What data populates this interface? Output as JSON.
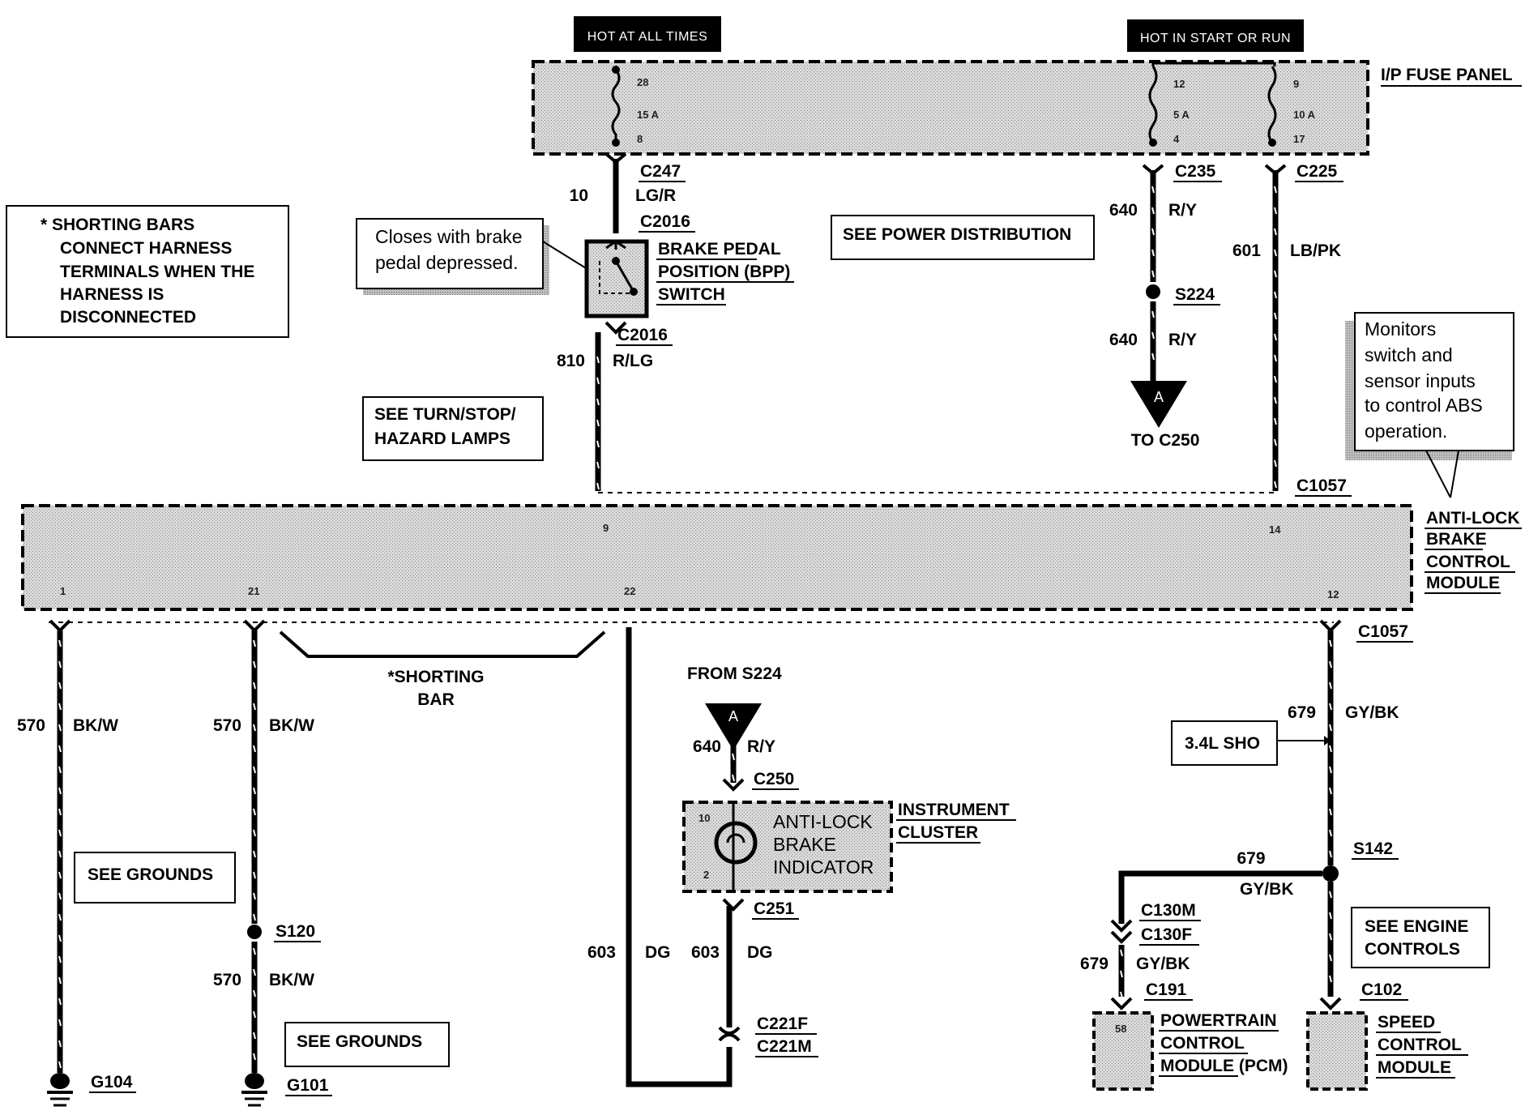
{
  "headers": {
    "hot_all_times": "HOT AT ALL TIMES",
    "hot_start_run": "HOT IN START OR RUN"
  },
  "fuse_panel": {
    "name": "I/P FUSE PANEL",
    "fuse_a": {
      "top": "28",
      "amps": "15 A",
      "bottom": "8"
    },
    "fuse_b": {
      "top": "12",
      "amps": "5 A",
      "bottom": "4"
    },
    "fuse_c": {
      "top": "9",
      "amps": "10 A",
      "bottom": "17"
    }
  },
  "notes": {
    "shorting": [
      "*  SHORTING BARS",
      "CONNECT HARNESS",
      "TERMINALS WHEN THE",
      "HARNESS IS",
      "DISCONNECTED"
    ],
    "bpp_callout": [
      "Closes with brake",
      "pedal depressed."
    ],
    "abs_callout": [
      "Monitors",
      "switch and",
      "sensor inputs",
      "to control ABS",
      "operation."
    ]
  },
  "refs": {
    "power_distribution": "SEE POWER DISTRIBUTION",
    "turn_stop": [
      "SEE TURN/STOP/",
      "HAZARD LAMPS"
    ],
    "grounds_1": "SEE GROUNDS",
    "grounds_2": "SEE GROUNDS",
    "engine_controls": [
      "SEE ENGINE",
      "CONTROLS"
    ],
    "sho": "3.4L SHO"
  },
  "connectors": {
    "c247": "C247",
    "c2016_top": "C2016",
    "c2016_bot": "C2016",
    "c235": "C235",
    "c225": "C225",
    "s224": "S224",
    "to_c250": "TO C250",
    "c1057_top": "C1057",
    "c1057_bot": "C1057",
    "from_s224": "FROM S224",
    "c250": "C250",
    "c251": "C251",
    "c221f": "C221F",
    "c221m": "C221M",
    "s120": "S120",
    "g104": "G104",
    "g101": "G101",
    "s142": "S142",
    "c130m": "C130M",
    "c130f": "C130F",
    "c191": "C191",
    "c102": "C102",
    "shorting_bar": [
      "*SHORTING",
      "BAR"
    ]
  },
  "wires": {
    "w10": {
      "circuit": "10",
      "color": "LG/R"
    },
    "w640a": {
      "circuit": "640",
      "color": "R/Y"
    },
    "w640b": {
      "circuit": "640",
      "color": "R/Y"
    },
    "w601": {
      "circuit": "601",
      "color": "LB/PK"
    },
    "w810": {
      "circuit": "810",
      "color": "R/LG"
    },
    "w570a": {
      "circuit": "570",
      "color": "BK/W"
    },
    "w570b": {
      "circuit": "570",
      "color": "BK/W"
    },
    "w570c": {
      "circuit": "570",
      "color": "BK/W"
    },
    "w603a": {
      "circuit": "603",
      "color": "DG"
    },
    "w603b": {
      "circuit": "603",
      "color": "DG"
    },
    "w640c": {
      "circuit": "640",
      "color": "R/Y"
    },
    "w679a": {
      "circuit": "679",
      "color": "GY/BK"
    },
    "w679b": {
      "circuit": "679",
      "color": "GY/BK"
    },
    "w679c": {
      "circuit": "679",
      "color": "GY/BK"
    }
  },
  "components": {
    "bpp_switch": [
      "BRAKE PEDAL",
      "POSITION (BPP)",
      "SWITCH"
    ],
    "abs_module": [
      "ANTI-LOCK",
      "BRAKE",
      "CONTROL",
      "MODULE"
    ],
    "instrument_cluster": [
      "INSTRUMENT",
      "CLUSTER"
    ],
    "abs_indicator": [
      "ANTI-LOCK",
      "BRAKE",
      "INDICATOR"
    ],
    "pcm": [
      "POWERTRAIN",
      "CONTROL",
      "MODULE (PCM)"
    ],
    "speed_module": [
      "SPEED",
      "CONTROL",
      "MODULE"
    ]
  },
  "pins": {
    "abs_9": "9",
    "abs_14": "14",
    "abs_1": "1",
    "abs_21": "21",
    "abs_22": "22",
    "abs_12": "12",
    "ic_10": "10",
    "ic_2": "2",
    "pcm_58": "58",
    "connector_a": "A"
  }
}
